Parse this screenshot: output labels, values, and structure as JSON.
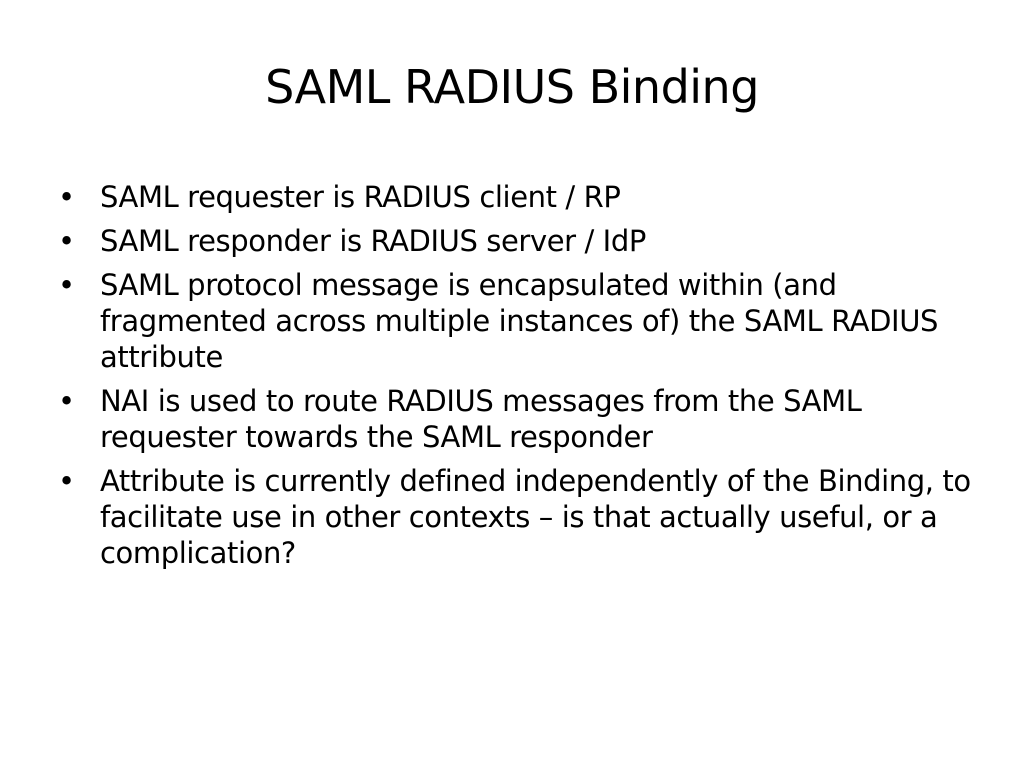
{
  "slide": {
    "title": "SAML RADIUS Binding",
    "bullet_marker": "•",
    "bullets": [
      "SAML requester is RADIUS client / RP",
      "SAML responder is RADIUS server / IdP",
      "SAML protocol message is encapsulated within (and fragmented across multiple instances of) the SAML RADIUS attribute",
      "NAI is used to route RADIUS messages from the SAML requester towards the SAML responder",
      "Attribute is currently defined independently of the Binding, to facilitate use in other contexts – is that actually useful, or a complication?"
    ]
  }
}
